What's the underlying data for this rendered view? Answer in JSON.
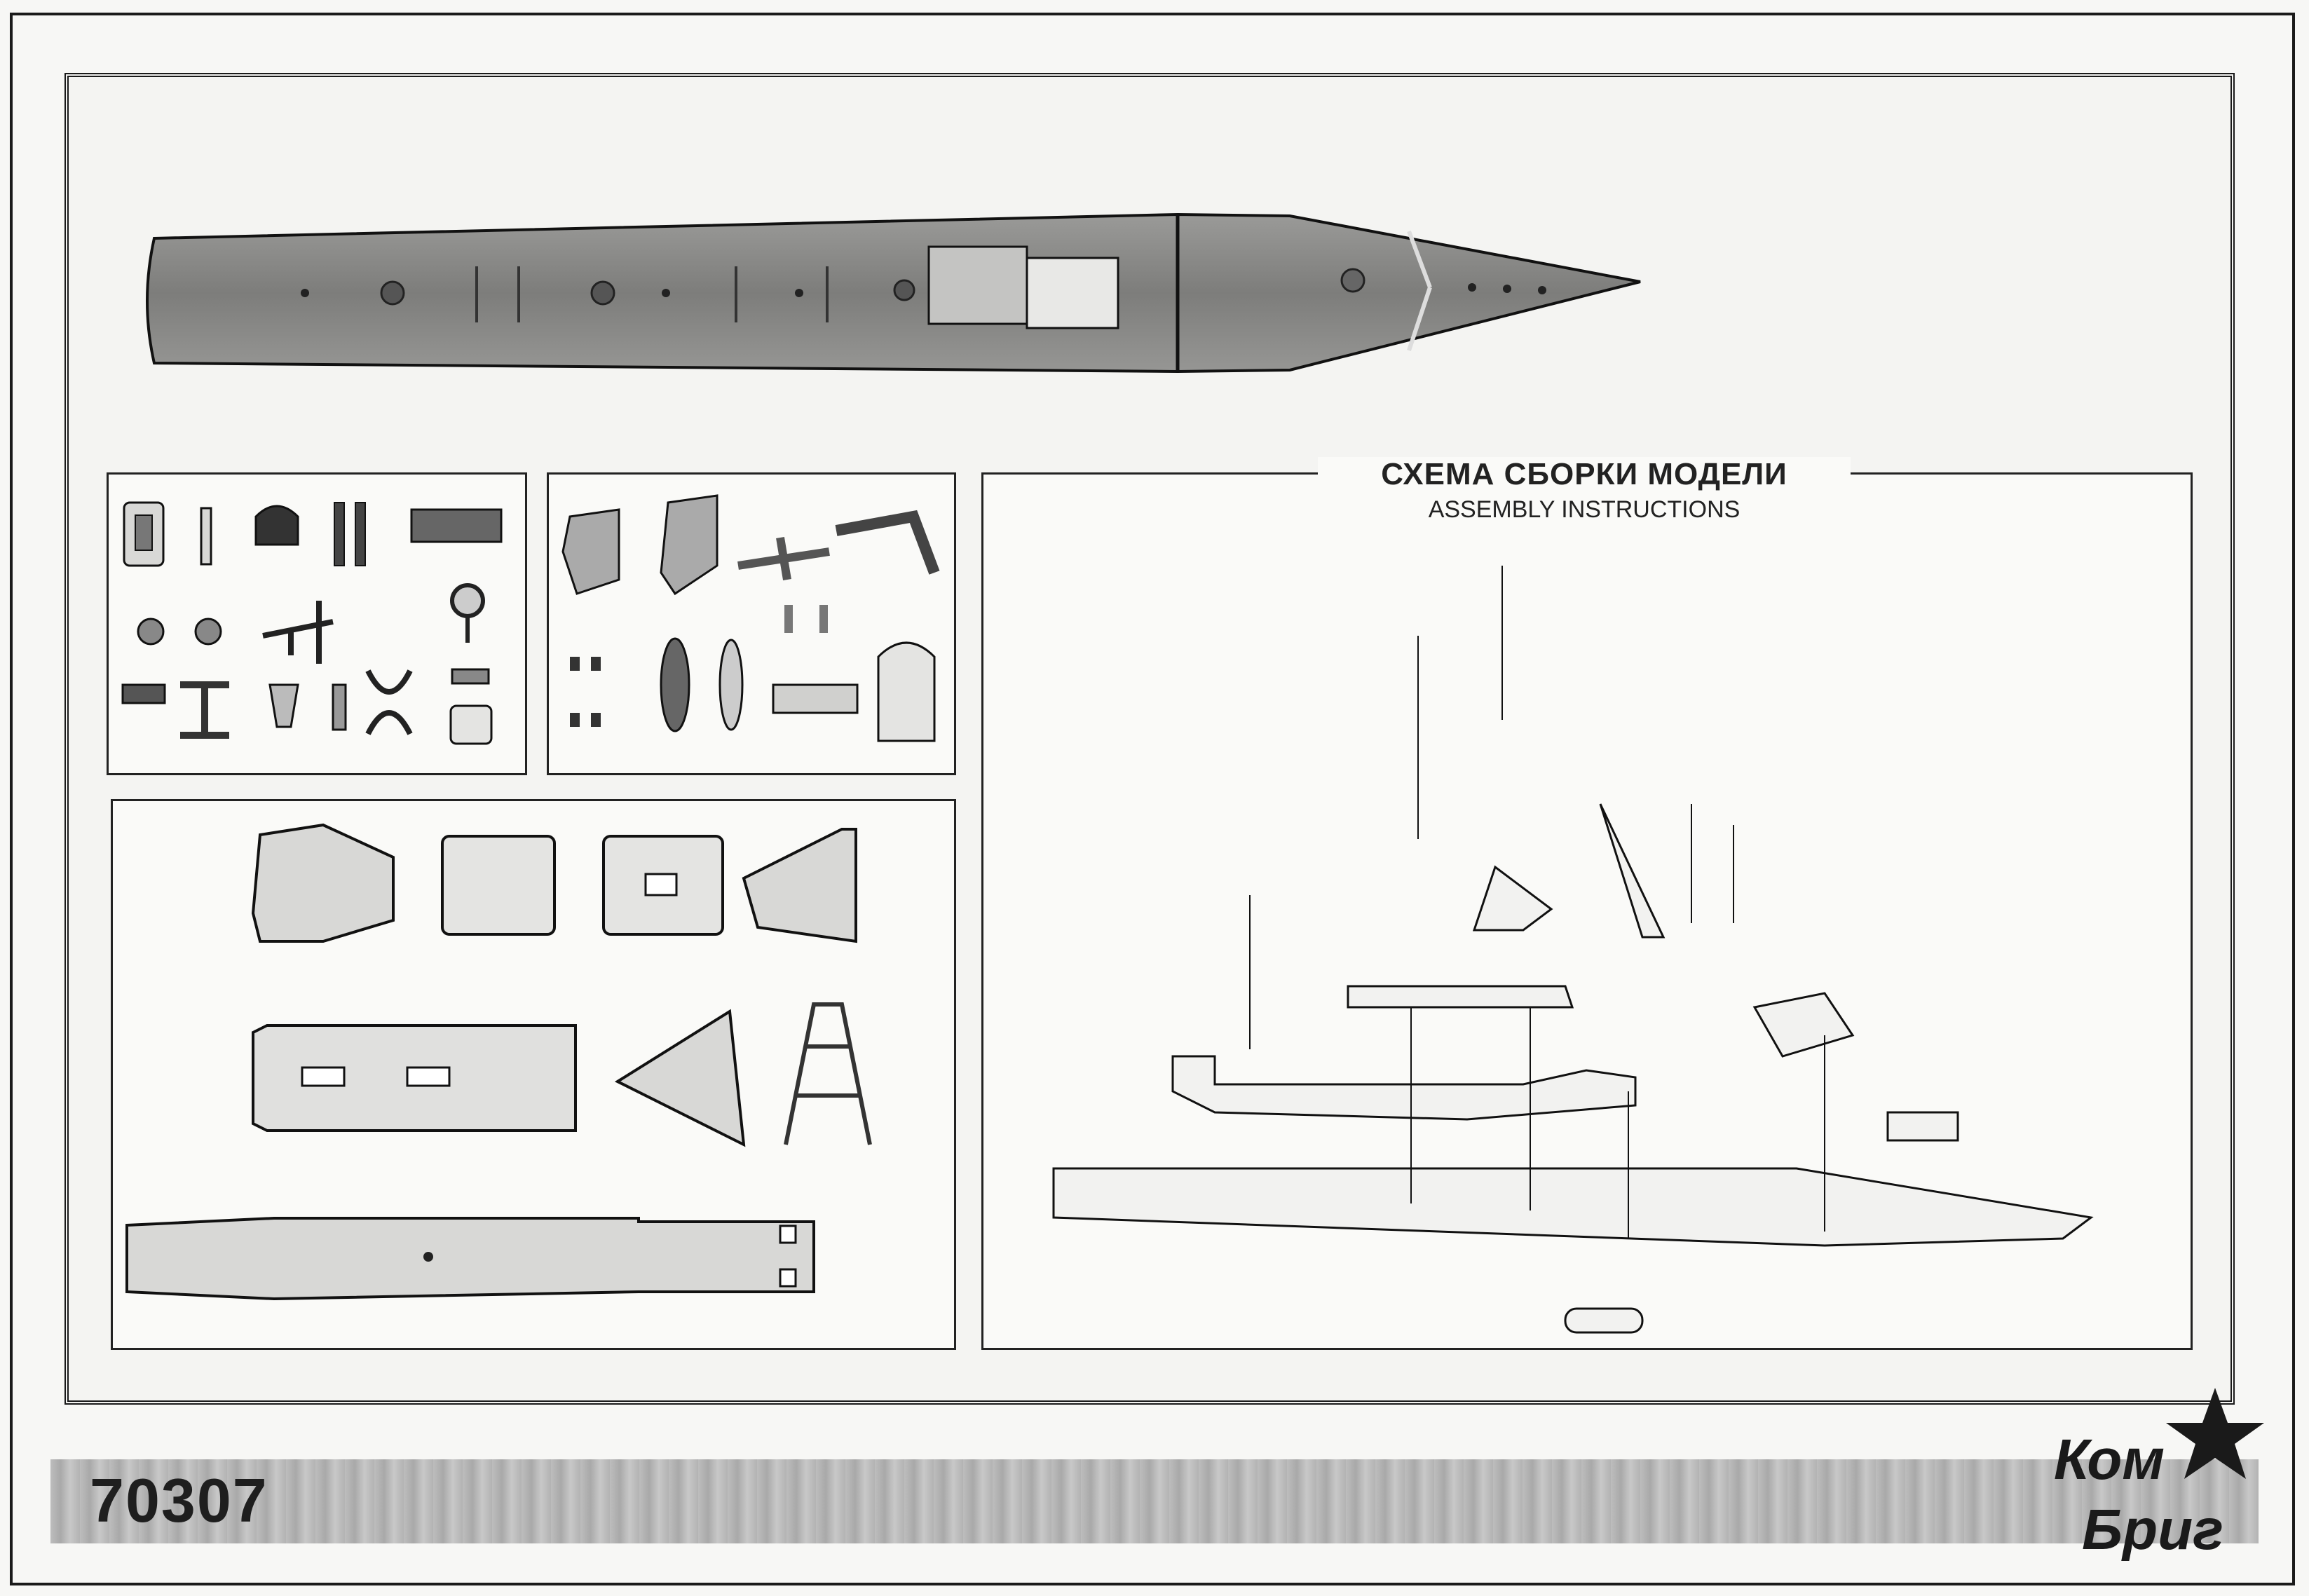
{
  "document": {
    "kit_number": "70307",
    "logo_text": "КомБриг",
    "colors": {
      "ink": "#1a1a1a",
      "part_fill": "#d8d8d6",
      "hull_fill": "#8c8c8a",
      "band": "#b5b5b5"
    }
  },
  "assembly": {
    "title_ru": "СХЕМА СБОРКИ МОДЕЛИ",
    "title_en": "ASSEMBLY INSTRUCTIONS"
  },
  "panels": {
    "hull_plan": {
      "name": "hull-deck-plan"
    },
    "small_parts_1": {
      "name": "small-parts-sprue-1"
    },
    "small_parts_2": {
      "name": "small-parts-sprue-2"
    },
    "large_parts": {
      "name": "large-parts-sprue"
    },
    "assembly_diagram": {
      "name": "assembly-diagram"
    }
  }
}
